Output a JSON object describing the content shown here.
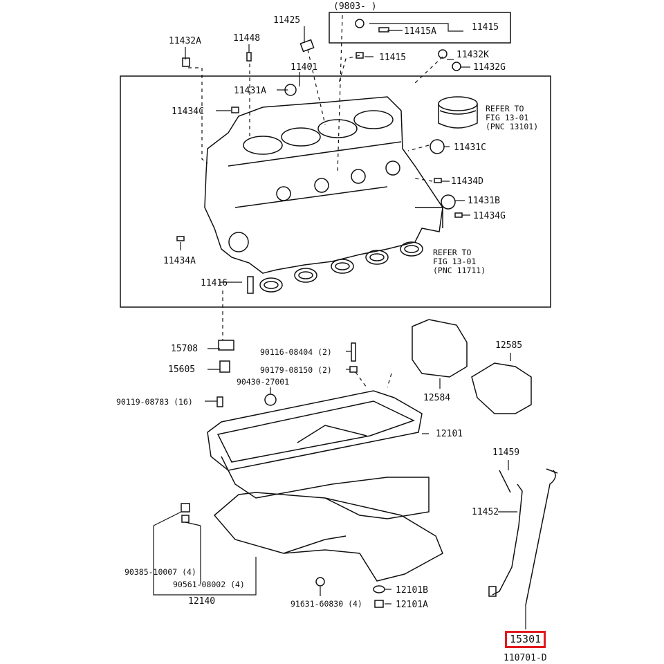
{
  "header": {
    "code": "(9803-     )"
  },
  "callouts": {
    "c11425": "11425",
    "c11415_top": "11415",
    "c11415A": "11415A",
    "c11415_mid": "11415",
    "c11432A": "11432A",
    "c11448": "11448",
    "c11432K": "11432K",
    "c11432G": "11432G",
    "c11401": "11401",
    "c11431A": "11431A",
    "c11434C": "11434C",
    "c11431C": "11431C",
    "c11434D": "11434D",
    "c11431B": "11431B",
    "c11434G": "11434G",
    "c11434A": "11434A",
    "c11416": "11416",
    "c15708": "15708",
    "c15605": "15605",
    "c90116": "90116-08404 (2)",
    "c90179": "90179-08150 (2)",
    "c90430": "90430-27001",
    "c90119": "90119-08783 (16)",
    "c12101": "12101",
    "c12584": "12584",
    "c12585": "12585",
    "c11459": "11459",
    "c11452": "11452",
    "c90385": "90385-10007 (4)",
    "c90561": "90561-08002 (4)",
    "c12140": "12140",
    "c91631": "91631-60830 (4)",
    "c12101B": "12101B",
    "c12101A": "12101A"
  },
  "refs": {
    "piston": [
      "REFER TO",
      "FIG 13-01",
      "(PNC 13101)"
    ],
    "crank": [
      "REFER TO",
      "FIG 13-01",
      "(PNC 11711)"
    ]
  },
  "highlighted_part": {
    "label": "15301",
    "color": "#e1191e"
  },
  "footer": {
    "code": "110701-D"
  }
}
